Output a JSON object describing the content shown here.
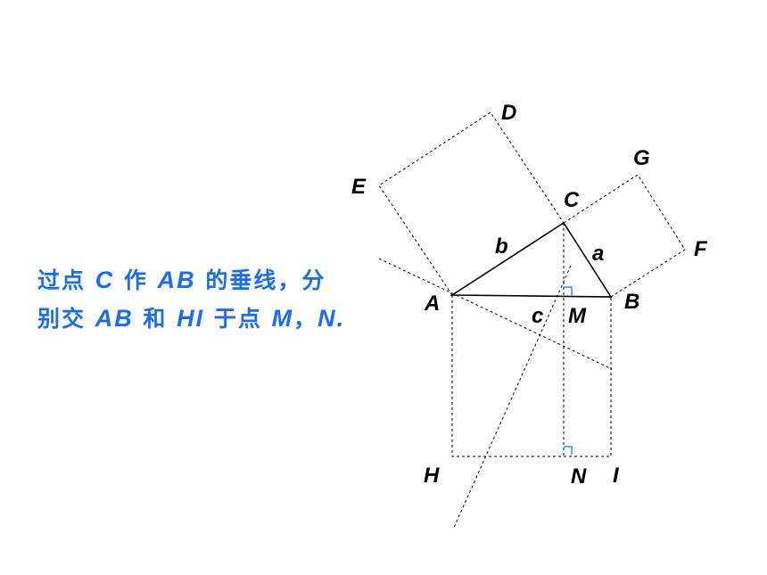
{
  "caption": {
    "line1": [
      {
        "t": "过点 ",
        "it": false
      },
      {
        "t": "C",
        "it": true
      },
      {
        "t": " 作 ",
        "it": false
      },
      {
        "t": "AB",
        "it": true
      },
      {
        "t": " 的垂线，分",
        "it": false
      }
    ],
    "line2": [
      {
        "t": "别交 ",
        "it": false
      },
      {
        "t": "AB",
        "it": true
      },
      {
        "t": " 和 ",
        "it": false
      },
      {
        "t": "HI",
        "it": true
      },
      {
        "t": " 于点 ",
        "it": false
      },
      {
        "t": "M",
        "it": true
      },
      {
        "t": "，",
        "it": false
      },
      {
        "t": "N.",
        "it": true
      }
    ]
  },
  "labels": {
    "A": "A",
    "B": "B",
    "C": "C",
    "D": "D",
    "E": "E",
    "F": "F",
    "G": "G",
    "H": "H",
    "I": "I",
    "M": "M",
    "N": "N",
    "a": "a",
    "b": "b",
    "c": "c"
  },
  "colors": {
    "caption": "#1a6df0",
    "lines": "#000000",
    "right_angle_mark": "#1a6df0"
  }
}
